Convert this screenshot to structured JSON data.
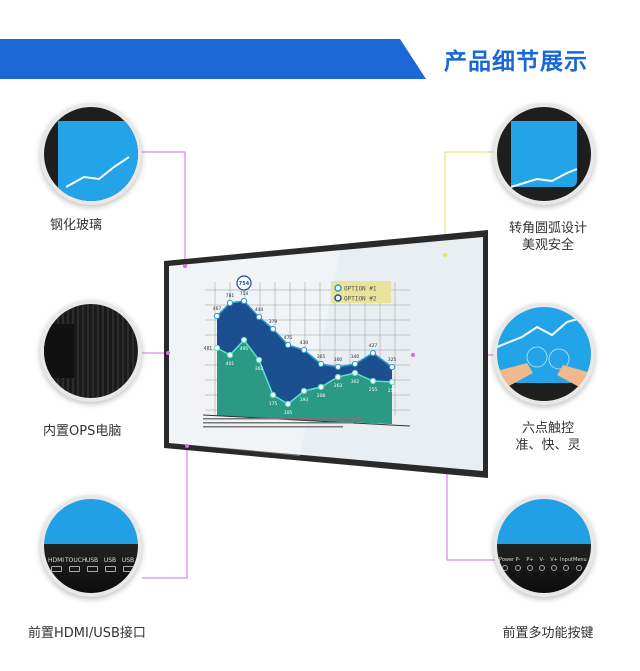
{
  "header": {
    "title": "产品细节展示"
  },
  "features": {
    "tempered_glass": "钢化玻璃",
    "ops": "内置OPS电脑",
    "front_ports": "前置HDMI/USB接口",
    "rounded_corner_1": "转角圆弧设计",
    "rounded_corner_2": "美观安全",
    "touch_1": "六点触控",
    "touch_2": "准、快、灵",
    "front_buttons": "前置多功能按键"
  },
  "ports": [
    "HDMI",
    "TOUCH",
    "USB",
    "USB",
    "USB"
  ],
  "buttons": [
    "Power",
    "P-",
    "P+",
    "V-",
    "V+",
    "Input",
    "Menu"
  ],
  "screen_chart": {
    "legend": [
      "OPTION #1",
      "OPTION #2"
    ],
    "option1_labels": [
      "467",
      "781",
      "754",
      "444",
      "379",
      "475",
      "430",
      "365",
      "300",
      "340",
      "427",
      "325"
    ],
    "option2_labels": [
      "481",
      "401",
      "495",
      "362",
      "175",
      "105",
      "193",
      "208",
      "263",
      "302",
      "255",
      "250"
    ],
    "colors": {
      "option1": "#1b4f8f",
      "option2": "#2a9a85",
      "accent": "#1a67d5",
      "connector": "#d66de0",
      "connector_alt": "#e6e35a"
    }
  }
}
